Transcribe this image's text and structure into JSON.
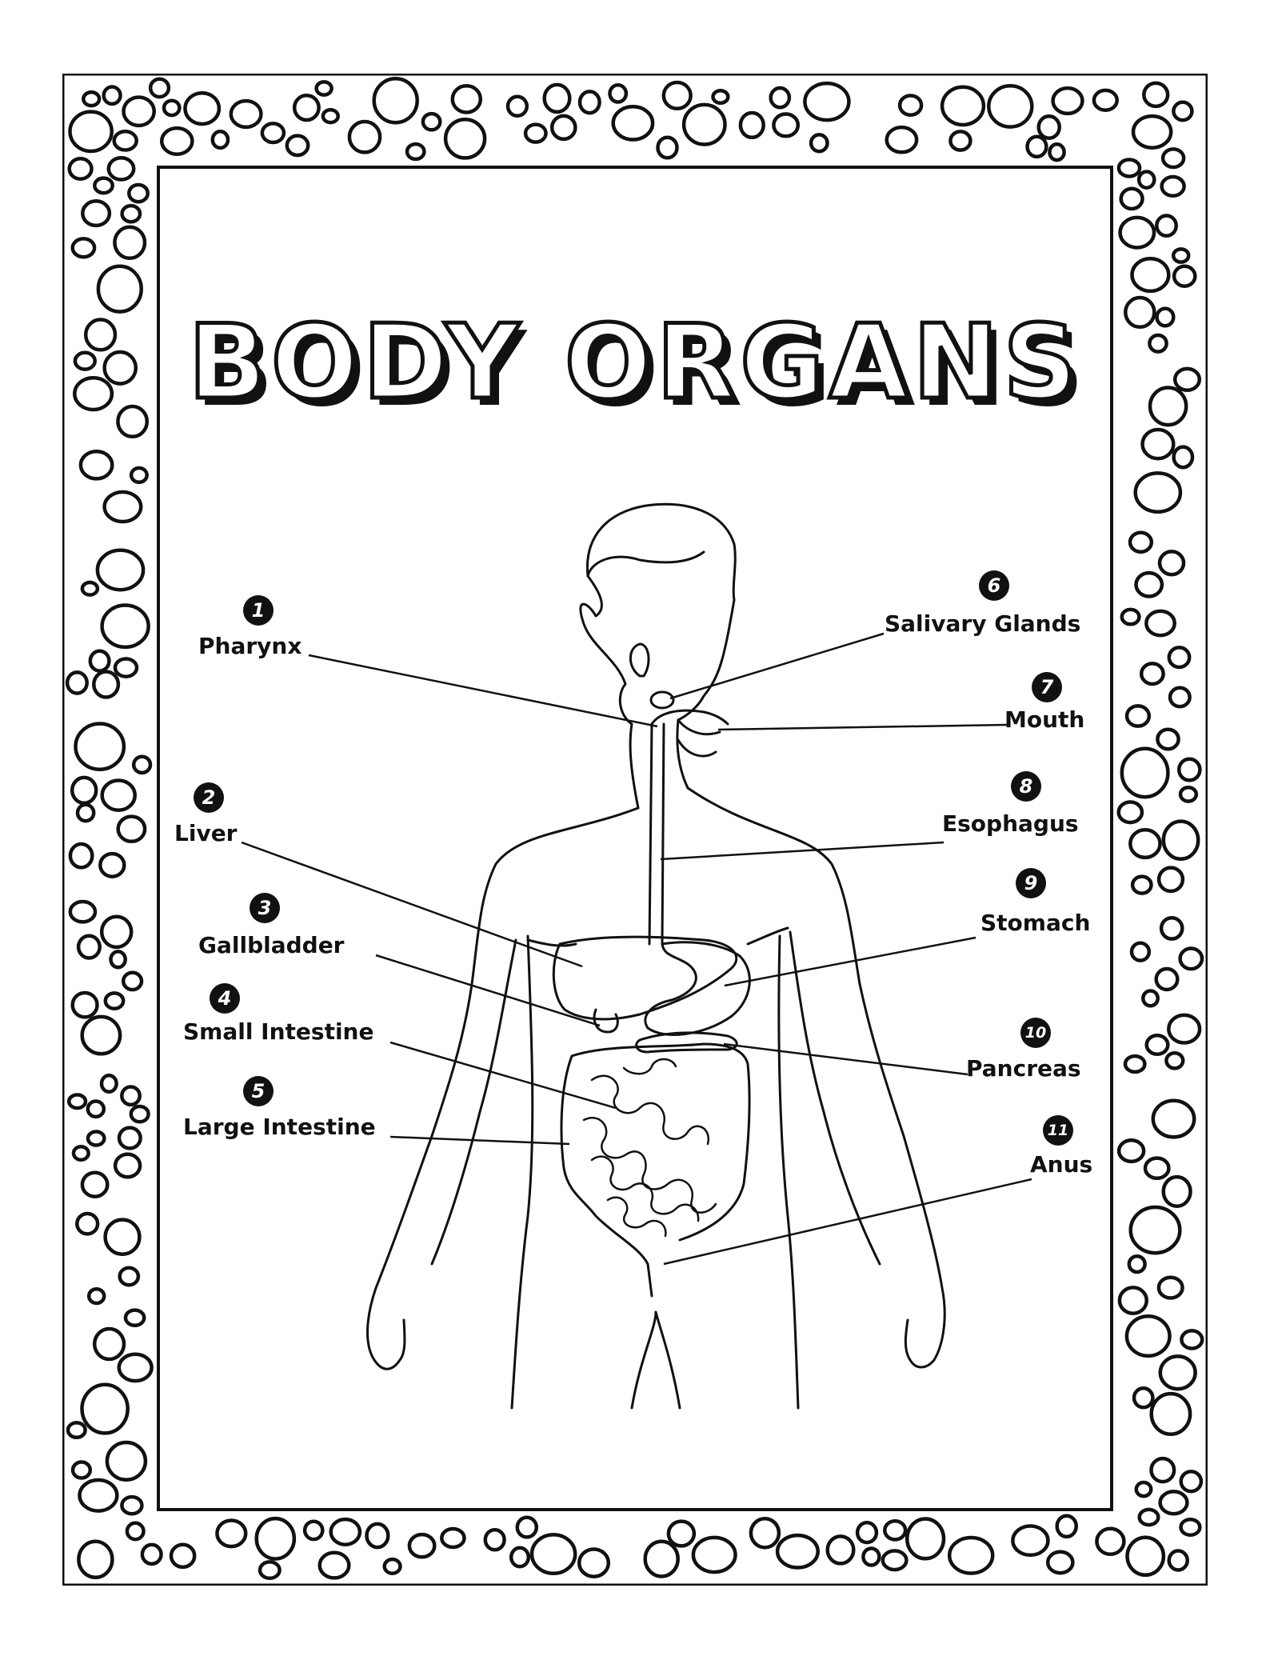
{
  "title": "BODY ORGANS",
  "labels": [
    {
      "number": "1",
      "name": "Pharynx"
    },
    {
      "number": "2",
      "name": "Liver"
    },
    {
      "number": "3",
      "name": "Gallbladder"
    },
    {
      "number": "4",
      "name": "Small Intestine"
    },
    {
      "number": "5",
      "name": "Large Intestine"
    },
    {
      "number": "6",
      "name": "Salivary Glands"
    },
    {
      "number": "7",
      "name": "Mouth"
    },
    {
      "number": "8",
      "name": "Esophagus"
    },
    {
      "number": "9",
      "name": "Stomach"
    },
    {
      "number": "10",
      "name": "Pancreas"
    },
    {
      "number": "11",
      "name": "Anus"
    }
  ],
  "colors": {
    "ink": "#111111",
    "paper": "#ffffff"
  }
}
